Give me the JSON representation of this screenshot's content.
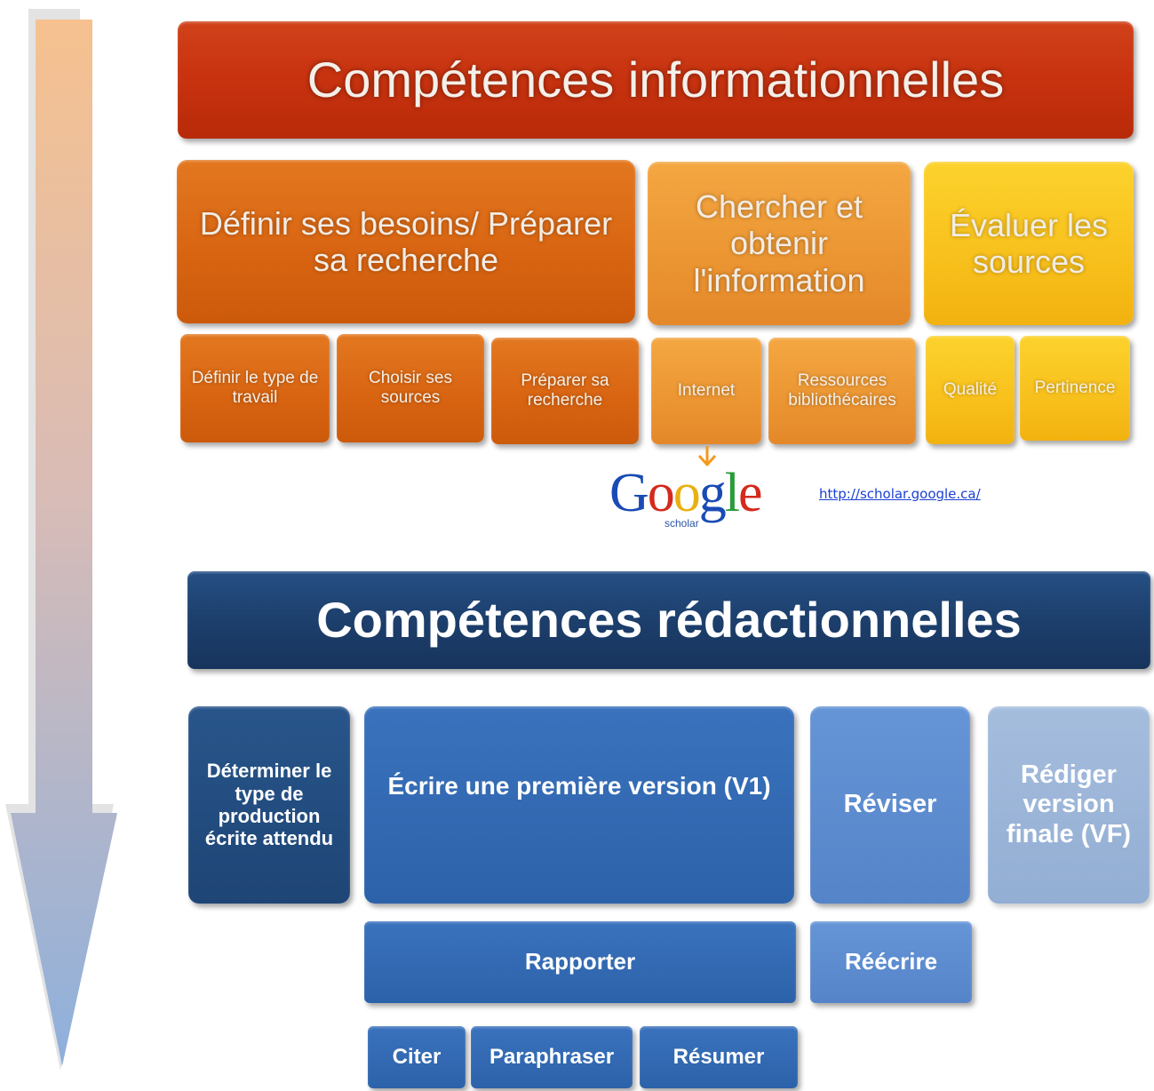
{
  "colors": {
    "info_title": "#c93310",
    "orange_dark": "#d96512",
    "orange_light": "#eb9532",
    "yellow": "#f8c01c",
    "navy": "#1d3f6c",
    "blue_mid": "#2c62a9",
    "blue_light": "#5584c8",
    "blue_pale": "#93aed4",
    "arrow_top": "#f6c18f",
    "arrow_bottom": "#8eb0dc"
  },
  "info": {
    "title": "Compétences informationnelles",
    "steps": [
      {
        "label": "Définir ses besoins/ Préparer sa recherche",
        "substeps": [
          "Définir le type de travail",
          "Choisir ses sources",
          "Préparer sa recherche"
        ]
      },
      {
        "label": "Chercher et obtenir l'information",
        "substeps": [
          "Internet",
          "Ressources bibliothécaires"
        ]
      },
      {
        "label": "Évaluer les sources",
        "substeps": [
          "Qualité",
          "Pertinence"
        ]
      }
    ]
  },
  "google": {
    "logo_letters": [
      "G",
      "o",
      "o",
      "g",
      "l",
      "e"
    ],
    "logo_colors": [
      "#1a4bb5",
      "#d42a1d",
      "#e9b011",
      "#1a4bb5",
      "#2a9a3a",
      "#d42a1d"
    ],
    "sub": "scholar",
    "link": "http://scholar.google.ca/"
  },
  "redac": {
    "title": "Compétences rédactionnelles",
    "steps": [
      "Déterminer le type de production écrite attendu",
      "Écrire une première version (V1)",
      "Réviser",
      "Rédiger version finale (VF)"
    ],
    "rapporter": "Rapporter",
    "reecrire": "Réécrire",
    "sub": [
      "Citer",
      "Paraphraser",
      "Résumer"
    ]
  },
  "process_arrow": {
    "icon": "arrow-down-icon"
  }
}
